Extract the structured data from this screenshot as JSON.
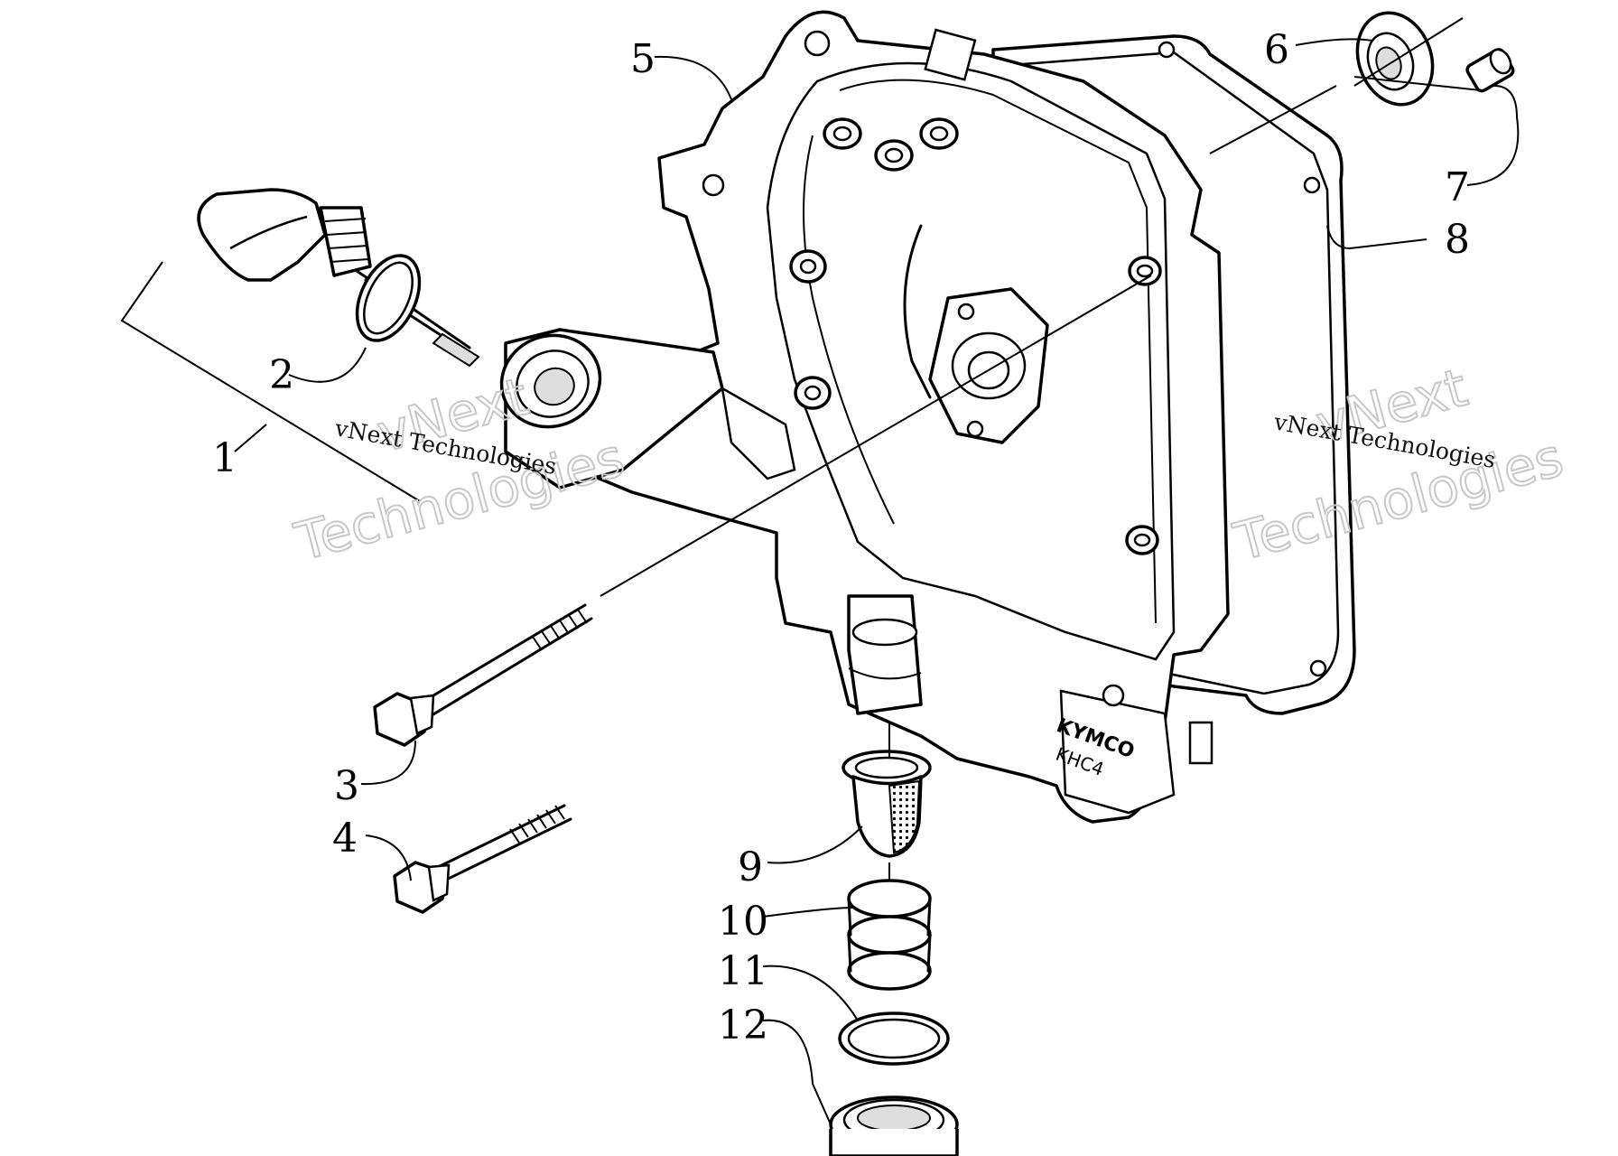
{
  "watermark": {
    "brand_text": "vNext Technologies",
    "outline_line1": "vNext",
    "outline_line2": "Technologies"
  },
  "cover_marking": {
    "brand": "KYMCO",
    "model": "KHC4"
  },
  "callouts": [
    {
      "id": "1",
      "label": "1"
    },
    {
      "id": "2",
      "label": "2"
    },
    {
      "id": "3",
      "label": "3"
    },
    {
      "id": "4",
      "label": "4"
    },
    {
      "id": "5",
      "label": "5"
    },
    {
      "id": "6",
      "label": "6"
    },
    {
      "id": "7",
      "label": "7"
    },
    {
      "id": "8",
      "label": "8"
    },
    {
      "id": "9",
      "label": "9"
    },
    {
      "id": "10",
      "label": "10"
    },
    {
      "id": "11",
      "label": "11"
    },
    {
      "id": "12",
      "label": "12"
    }
  ]
}
